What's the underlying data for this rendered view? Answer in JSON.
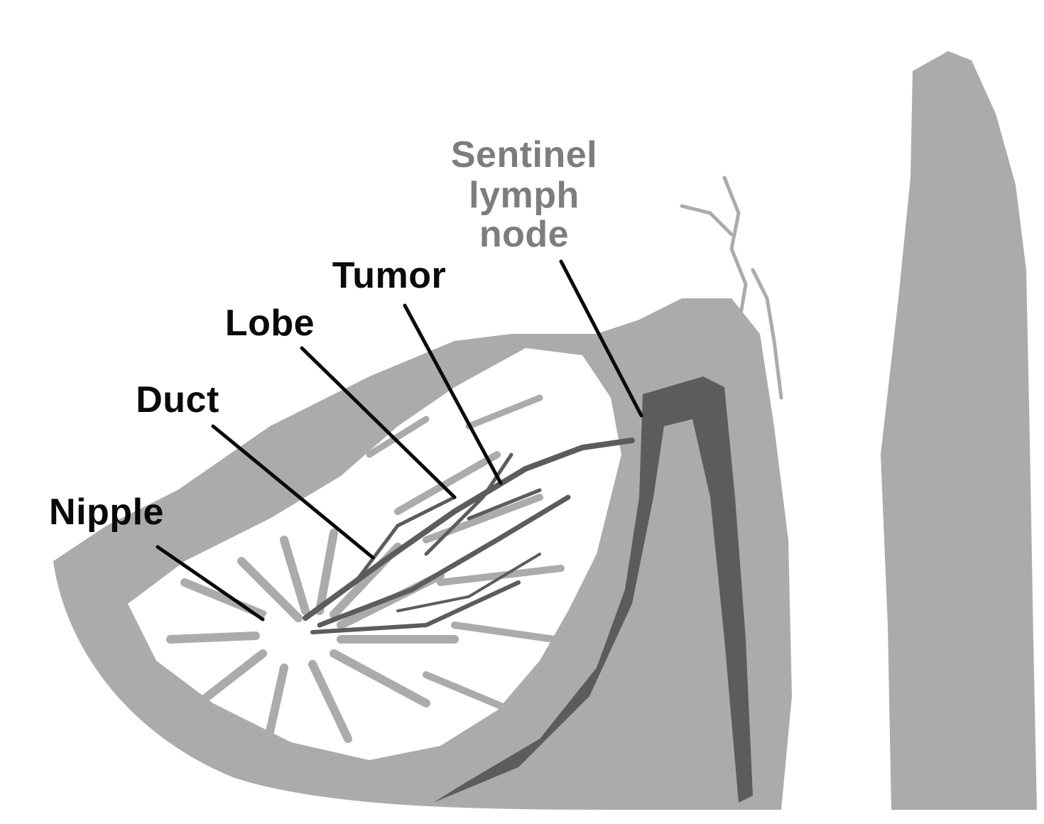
{
  "labels": {
    "sentinel_line1": "Sentinel",
    "sentinel_line2": "lymph",
    "sentinel_line3": "node",
    "tumor": "Tumor",
    "lobe": "Lobe",
    "duct": "Duct",
    "nipple": "Nipple"
  },
  "colors": {
    "background": "#ffffff",
    "tissue_light": "#ababab",
    "tissue_dark": "#5c5c5c",
    "lobule_white": "#ffffff",
    "leader_line": "#0a0a0a",
    "label_dark": "#0a0a0a",
    "label_grey": "#7d7d7d"
  }
}
